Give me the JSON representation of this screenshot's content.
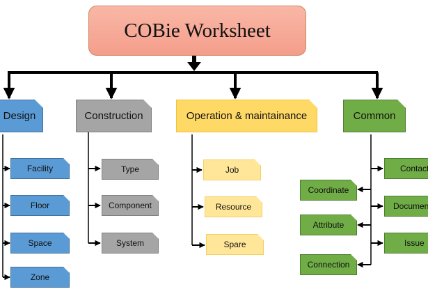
{
  "title": "COBie Worksheet",
  "categories": [
    {
      "label": "Design",
      "items": [
        "Facility",
        "Floor",
        "Space",
        "Zone"
      ]
    },
    {
      "label": "Construction",
      "items": [
        "Type",
        "Component",
        "System"
      ]
    },
    {
      "label": "Operation & maintainance",
      "items": [
        "Job",
        "Resource",
        "Spare"
      ]
    },
    {
      "label": "Common",
      "items_right": [
        "Contact",
        "Document",
        "Issue"
      ],
      "items_left": [
        "Coordinate",
        "Attribute",
        "Connection"
      ]
    }
  ],
  "colors": {
    "title_fill": "#f4a995",
    "design": "#5b9bd5",
    "construction": "#a5a5a5",
    "operation": "#ffd966",
    "common": "#70ad47",
    "operation_item": "#ffe699",
    "connector": "#000000"
  }
}
